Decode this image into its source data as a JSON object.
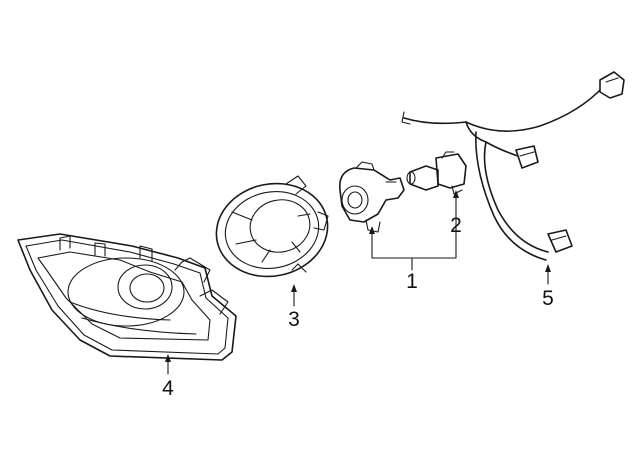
{
  "callouts": [
    {
      "label": "1",
      "part": "bulb-socket"
    },
    {
      "label": "2",
      "part": "bulb"
    },
    {
      "label": "3",
      "part": "fog-lamp-housing"
    },
    {
      "label": "4",
      "part": "fog-lamp-bezel"
    },
    {
      "label": "5",
      "part": "wiring-harness"
    }
  ],
  "colors": {
    "line": "#1a1a1a",
    "background": "#ffffff"
  }
}
